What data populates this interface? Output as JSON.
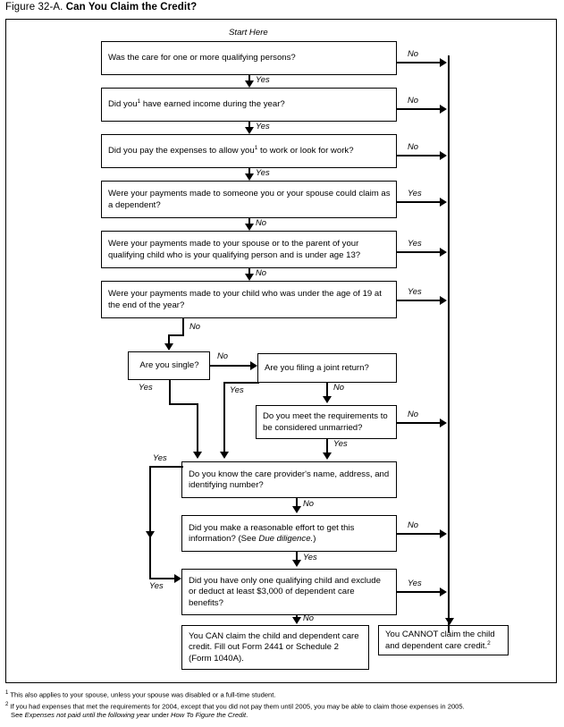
{
  "figure": {
    "number": "Figure 32-A.",
    "title": "Can You Claim the Credit?"
  },
  "start_label": "Start Here",
  "labels": {
    "yes": "Yes",
    "no": "No"
  },
  "boxes": {
    "q1": "Was the care for one or more qualifying persons?",
    "q2_pre": "Did you",
    "q2_post": " have earned income during the year?",
    "q3_pre": "Did you pay the expenses to allow you",
    "q3_post": " to work or look for work?",
    "q4": "Were your payments made to someone you or your spouse could claim as a dependent?",
    "q5": "Were your payments made to your spouse or to the parent of your qualifying child who is your qualifying person and is under age 13?",
    "q6": "Were your payments made to your child who was under the age of 19 at the end of the year?",
    "q7": "Are you single?",
    "q8": "Are you filing a joint return?",
    "q9": "Do you meet the requirements to be considered unmarried?",
    "q10": "Do you know the care provider's name, address, and identifying number?",
    "q11_pre": "Did you make a reasonable effort to get this information? (See ",
    "q11_italic": "Due diligence.",
    "q11_post": ")",
    "q12": "Did you have only one qualifying child and exclude or deduct at least $3,000 of dependent care benefits?",
    "result_can": "You CAN claim the child and dependent care credit. Fill out Form 2441 or Schedule 2 (Form 1040A).",
    "result_cannot_pre": "You CANNOT claim the child and dependent care credit."
  },
  "footnotes": [
    {
      "marker": "1",
      "text": "This also applies to your spouse, unless your spouse was disabled or a full-time student."
    },
    {
      "marker": "2",
      "text": "If you had expenses that met the requirements for 2004, except that you did not pay them until 2005, you may be able to claim those expenses in 2005.",
      "line2_pre": "See ",
      "line2_italic1": "Expenses not paid until the following year",
      "line2_mid": " under ",
      "line2_italic2": "How To Figure the Credit",
      "line2_post": "."
    }
  ],
  "colors": {
    "ink": "#000000",
    "paper": "#ffffff"
  }
}
